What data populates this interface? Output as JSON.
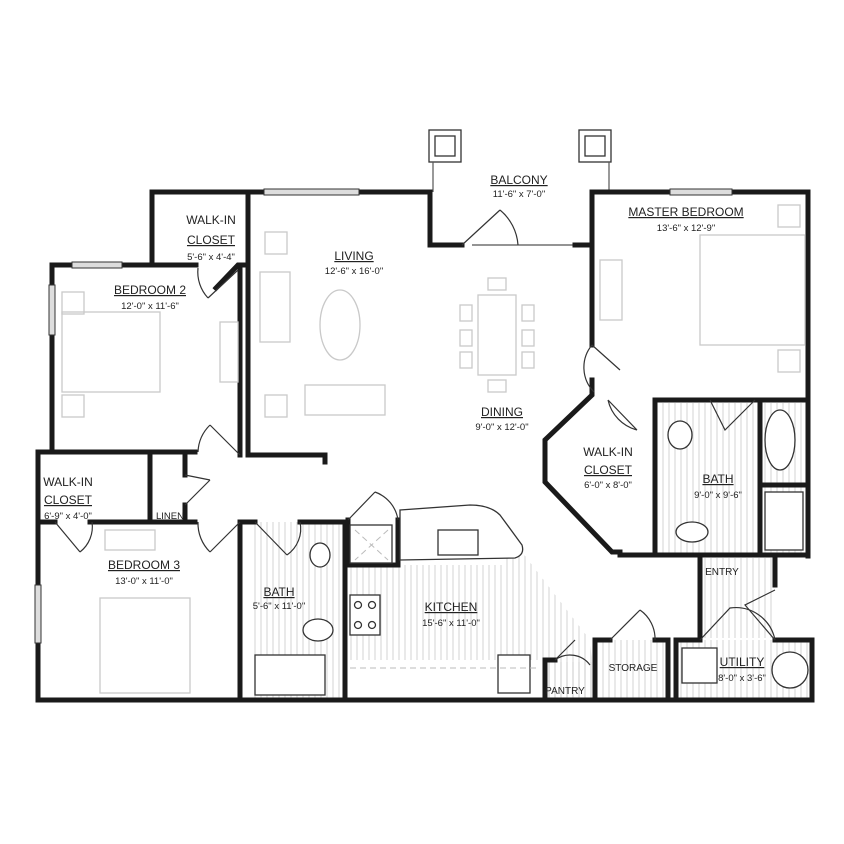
{
  "floorplan": {
    "rooms": {
      "balcony": {
        "name": "BALCONY",
        "dims": "11'-6\" x 7'-0\""
      },
      "master_bedroom": {
        "name": "MASTER BEDROOM",
        "dims": "13'-6\" x 12'-9\""
      },
      "walkin_closet_2": {
        "name_line1": "WALK-IN",
        "name_line2": "CLOSET",
        "dims": "5'-6\" x 4'-4\""
      },
      "living": {
        "name": "LIVING",
        "dims": "12'-6\" x 16'-0\""
      },
      "bedroom_2": {
        "name": "BEDROOM 2",
        "dims": "12'-0\" x 11'-6\""
      },
      "dining": {
        "name": "DINING",
        "dims": "9'-0\" x 12'-0\""
      },
      "walkin_closet_master": {
        "name_line1": "WALK-IN",
        "name_line2": "CLOSET",
        "dims": "6'-0\" x 8'-0\""
      },
      "master_bath": {
        "name": "BATH",
        "dims": "9'-0\" x 9'-6\""
      },
      "walkin_closet_3": {
        "name_line1": "WALK-IN",
        "name_line2": "CLOSET",
        "dims": "6'-9\" x 4'-0\""
      },
      "linen": {
        "name": "LINEN"
      },
      "bedroom_3": {
        "name": "BEDROOM 3",
        "dims": "13'-0\" x 11'-0\""
      },
      "bath": {
        "name": "BATH",
        "dims": "5'-6\" x 11'-0\""
      },
      "kitchen": {
        "name": "KITCHEN",
        "dims": "15'-6\" x 11'-0\""
      },
      "entry": {
        "name": "ENTRY"
      },
      "pantry": {
        "name": "PANTRY"
      },
      "storage": {
        "name": "STORAGE"
      },
      "utility": {
        "name": "UTILITY",
        "dims": "8'-0\" x 3'-6\""
      }
    }
  }
}
